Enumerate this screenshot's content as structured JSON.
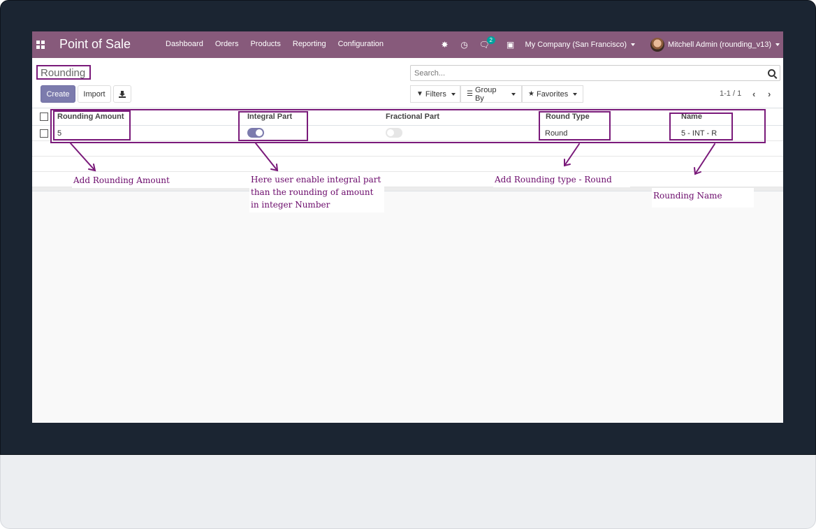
{
  "navbar": {
    "app_title": "Point of Sale",
    "menu": [
      "Dashboard",
      "Orders",
      "Products",
      "Reporting",
      "Configuration"
    ],
    "chat_badge": "2",
    "company": "My Company (San Francisco)",
    "user": "Mitchell Admin (rounding_v13)",
    "accent_color": "#875a7b"
  },
  "control_panel": {
    "breadcrumb": "Rounding",
    "search_placeholder": "Search...",
    "create_label": "Create",
    "import_label": "Import",
    "filters_label": "Filters",
    "group_by_label": "Group By",
    "favorites_label": "Favorites",
    "pager": "1-1 / 1"
  },
  "table": {
    "columns": [
      "Rounding Amount",
      "Integral Part",
      "Fractional Part",
      "Round Type",
      "Name"
    ],
    "rows": [
      {
        "rounding_amount": "5",
        "integral_part": true,
        "fractional_part": false,
        "round_type": "Round",
        "name": "5 - INT - R"
      }
    ]
  },
  "annotations": {
    "rounding_amount": "Add Rounding Amount",
    "integral_line1": "Here user enable integral part",
    "integral_line2": "than the rounding of amount",
    "integral_line3": "in integer Number",
    "round_type": "Add Rounding type - Round",
    "name": "Rounding Name",
    "color": "#7a1a7a"
  }
}
